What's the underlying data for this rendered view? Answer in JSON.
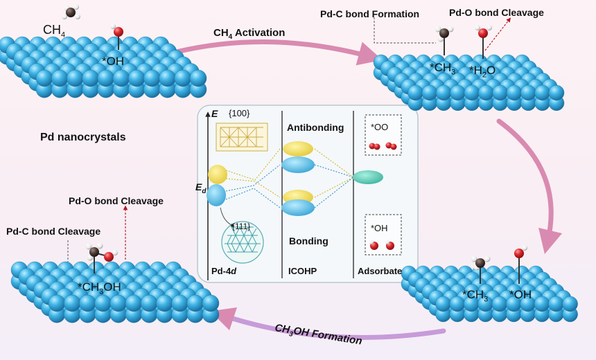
{
  "cycle": {
    "catalyst_label": "Pd nanocrystals",
    "ch4_label": "CH",
    "ch4_sub": "4",
    "oh_label": "*OH",
    "step1": {
      "pre": "CH",
      "sub": "4",
      "post": " Activation"
    },
    "step2": {
      "pre": "CH",
      "sub": "3",
      "post": "OH Formation"
    },
    "pd_c_formation": "Pd-C bond Formation",
    "pd_o_cleavage_top": "Pd-O bond Cleavage",
    "ch3_label": {
      "pre": "*CH",
      "sub": "3"
    },
    "h2o_label": {
      "pre": "*H",
      "sub": "2",
      "post": "O"
    },
    "ch3_label_br": {
      "pre": "*CH",
      "sub": "3"
    },
    "oh_label_br": "*OH",
    "pd_o_cleavage_left": "Pd-O bond Cleavage",
    "pd_c_cleavage": "Pd-C bond Cleavage",
    "ch3oh_label": {
      "pre": "*CH",
      "sub": "3",
      "post": "OH"
    }
  },
  "inset": {
    "energy_axis": "E",
    "facet_100": "{100}",
    "facet_111": "{111}",
    "ed_label": "E",
    "ed_sub": "d",
    "antibonding": "Antibonding",
    "bonding": "Bonding",
    "oo_label": "*OO",
    "oh_label": "*OH",
    "col1_pre": "Pd-4",
    "col1_ital": "d",
    "col2": "ICOHP",
    "col3": "Adsorbate"
  },
  "colors": {
    "atom": "#3fb4e6",
    "arrow": "#d98ab0",
    "yellow_lobe": "#ecd64a",
    "blue_lobe": "#4fb3dc",
    "teal_lobe": "#56c4b0",
    "oxygen": "#d8262c",
    "carbon": "#4a3a35"
  }
}
